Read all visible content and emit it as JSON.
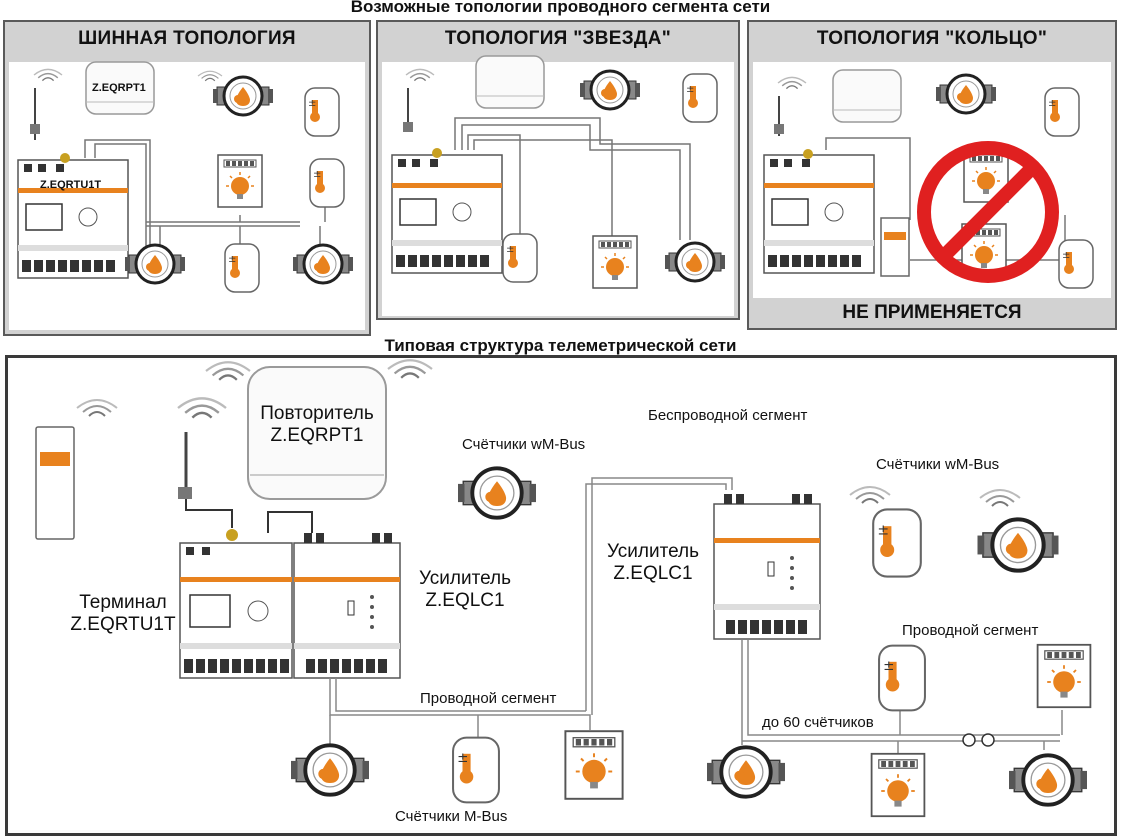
{
  "top_title": "Возможные топологии проводного сегмента сети",
  "panels": [
    {
      "title": "ШИННАЯ ТОПОЛОГИЯ",
      "labels": [
        "Z.EQRPT1",
        "Z.EQRTU1T"
      ]
    },
    {
      "title": "ТОПОЛОГИЯ \"ЗВЕЗДА\""
    },
    {
      "title": "ТОПОЛОГИЯ \"КОЛЬЦО\"",
      "footer": "НЕ ПРИМЕНЯЕТСЯ"
    }
  ],
  "bottom_title": "Типовая структура телеметрической сети",
  "bottom": {
    "repeater": "Повторитель\nZ.EQRPT1",
    "terminal": "Терминал\nZ.EQRTU1T",
    "amp_left": "Усилитель\nZ.EQLC1",
    "amp_right": "Усилитель\nZ.EQLC1",
    "wireless_segment": "Беспроводной сегмент",
    "wmbus_left": "Счётчики wM-Bus",
    "wmbus_right": "Счётчики wM-Bus",
    "wired_segment_left": "Проводной сегмент",
    "wired_segment_right": "Проводной сегмент",
    "up_to_60": "до 60 счётчиков",
    "mbus": "Счётчики M-Bus"
  },
  "colors": {
    "accent": "#e8821e",
    "panel_bg": "#d2d2d2",
    "prohibit": "#e02020",
    "line": "#555555"
  }
}
